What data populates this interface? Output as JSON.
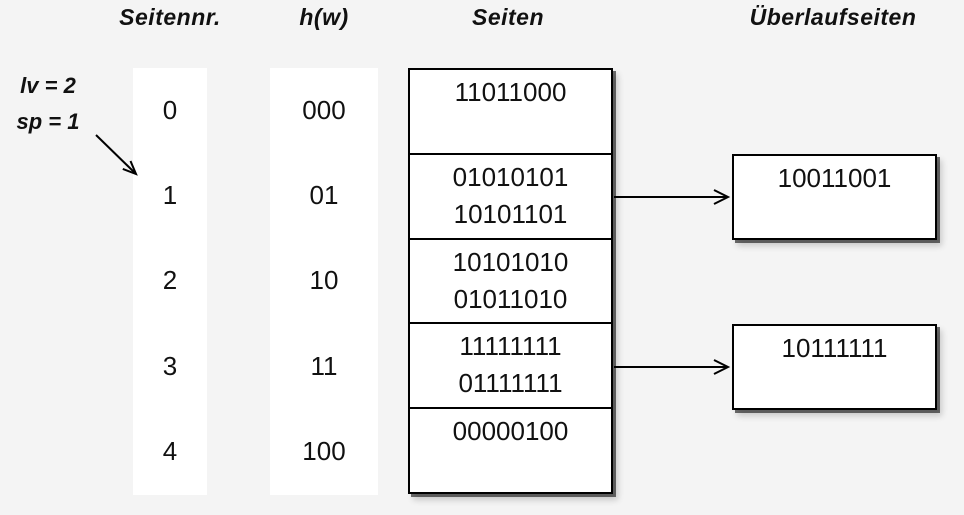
{
  "colors": {
    "background": "#f4f4f4",
    "box_fill": "#ffffff",
    "line": "#000000"
  },
  "headers": {
    "page_no": "Seitennr.",
    "hash": "h(w)",
    "pages": "Seiten",
    "overflow": "Überlaufseiten"
  },
  "annotation": {
    "line1": "lv = 2",
    "line2": "sp = 1"
  },
  "rows": [
    {
      "page_no": "0",
      "hash": "000",
      "entries": [
        "11011000"
      ]
    },
    {
      "page_no": "1",
      "hash": "01",
      "entries": [
        "01010101",
        "10101101"
      ],
      "overflow": "10011001"
    },
    {
      "page_no": "2",
      "hash": "10",
      "entries": [
        "10101010",
        "01011010"
      ]
    },
    {
      "page_no": "3",
      "hash": "11",
      "entries": [
        "11111111",
        "01111111"
      ],
      "overflow": "10111111"
    },
    {
      "page_no": "4",
      "hash": "100",
      "entries": [
        "00000100"
      ]
    }
  ]
}
